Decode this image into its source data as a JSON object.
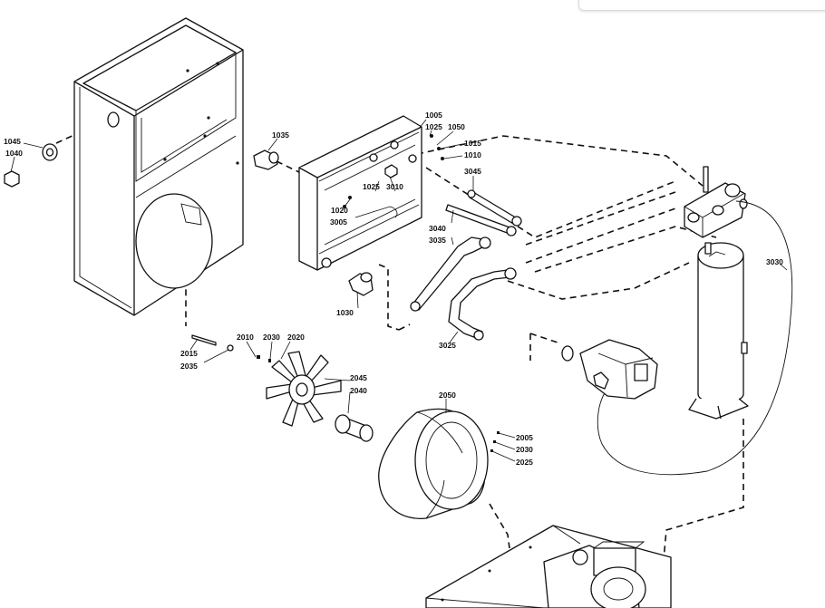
{
  "labels": {
    "l1045": "1045",
    "l1040": "1040",
    "l1035": "1035",
    "l1005": "1005",
    "l1025a": "1025",
    "l1050": "1050",
    "l1015": "1015",
    "l1010": "1010",
    "l1025b": "1025",
    "l3010": "3010",
    "l1020": "1020",
    "l3005": "3005",
    "l3045": "3045",
    "l3040": "3040",
    "l3035": "3035",
    "l1030": "1030",
    "l3025": "3025",
    "l3030": "3030",
    "l2010": "2010",
    "l2030a": "2030",
    "l2020": "2020",
    "l2015": "2015",
    "l2035": "2035",
    "l2045": "2045",
    "l2040": "2040",
    "l2050": "2050",
    "l2005": "2005",
    "l2030b": "2030",
    "l2025": "2025"
  }
}
